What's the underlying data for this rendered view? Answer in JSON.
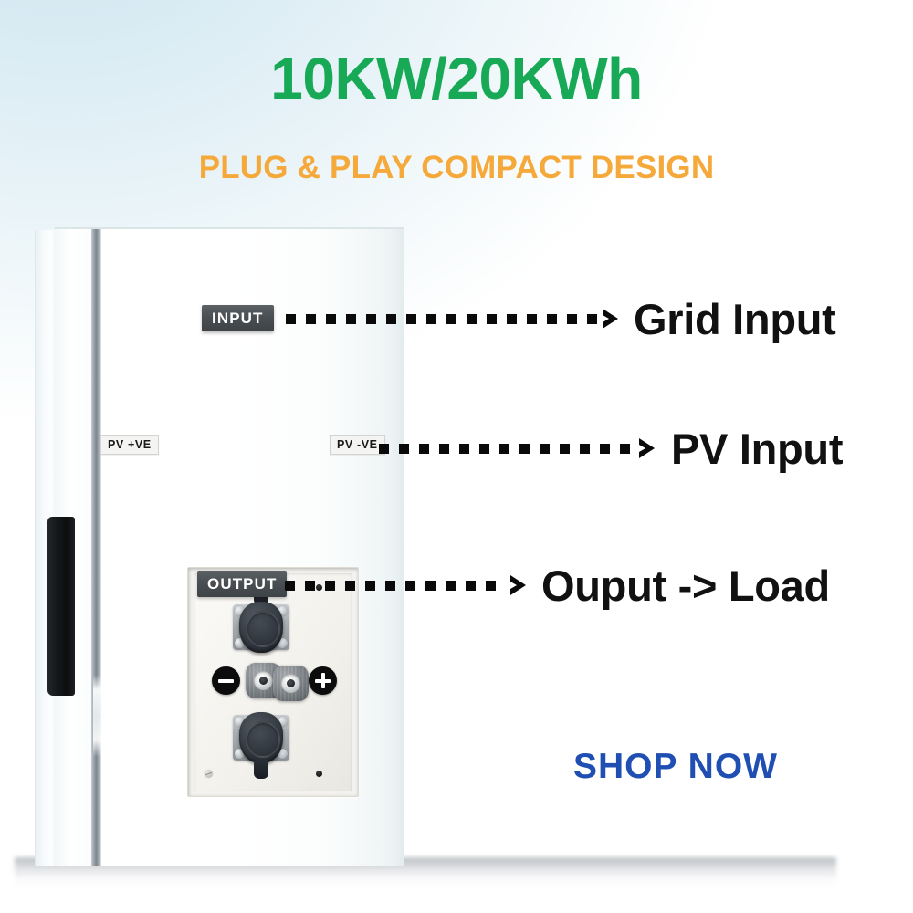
{
  "banner": {
    "headline": "10KW/20KWh",
    "subheadline": "PLUG & PLAY COMPACT DESIGN",
    "cta_label": "SHOP NOW"
  },
  "colors": {
    "headline_green": "#18a957",
    "subheadline_orange": "#f6a93b",
    "cta_blue": "#1f4fb3",
    "callout_black": "#111111",
    "tag_gray": "#4a4f53",
    "background_blue": "#d4eaf2",
    "background_white": "#ffffff"
  },
  "product": {
    "name": "wall-mounted-energy-storage-cabinet",
    "panel_tags": [
      {
        "id": "input",
        "label": "INPUT"
      },
      {
        "id": "output",
        "label": "OUTPUT"
      }
    ],
    "terminal_labels": [
      {
        "id": "pv-positive",
        "label": "PV +VE",
        "sign": "minus"
      },
      {
        "id": "pv-negative",
        "label": "PV -VE",
        "sign": "plus"
      }
    ]
  },
  "callouts": [
    {
      "id": "grid-input",
      "label": "Grid Input"
    },
    {
      "id": "pv-input",
      "label": "PV Input"
    },
    {
      "id": "output-load",
      "label": "Ouput -> Load"
    }
  ]
}
